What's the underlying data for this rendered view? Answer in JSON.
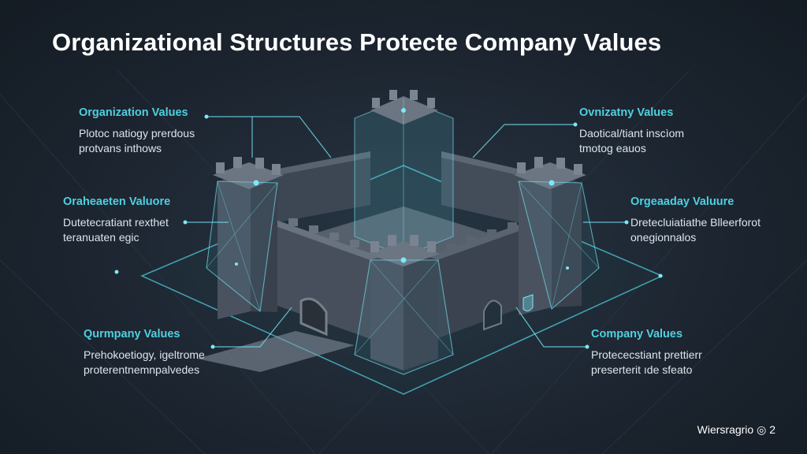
{
  "title": "Organizational Structures Protecte Company Values",
  "callouts": [
    {
      "heading": "Organization Values",
      "line1": "Plotoc natiogy prerdous",
      "line2": "protvans inthows"
    },
    {
      "heading": "Ovnizatny Values",
      "line1": "Daotical/tiant inscìom",
      "line2": "tmotog eauos"
    },
    {
      "heading": "Oraheaeten Valuore",
      "line1": "Dutetecratiant rexthet",
      "line2": "teranuaten egic"
    },
    {
      "heading": "Orgeaaday Valuure",
      "line1": "Dretecluiatiathe Blleerforot",
      "line2": "onegionnalos"
    },
    {
      "heading": "Qurmpany Values",
      "line1": "Prehokoetiogy, igeltrome",
      "line2": "proterentnemnpalvedes"
    },
    {
      "heading": "Company Values",
      "line1": "Protececstiant prettierr",
      "line2": "preserterit ıde sfeato"
    }
  ],
  "footer": "Wiersragrio ◎ 2",
  "colors": {
    "accent": "#4fd0e0",
    "background": "#1c2530",
    "stone": "#4d5663"
  }
}
